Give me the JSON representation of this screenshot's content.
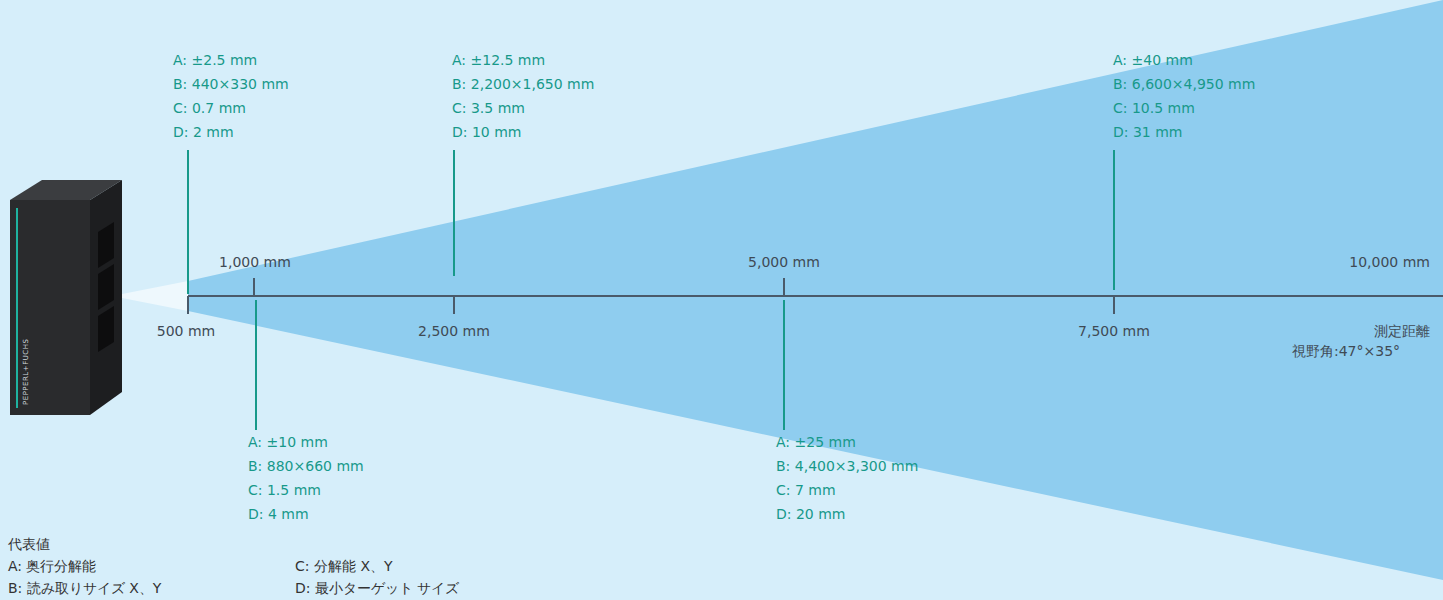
{
  "diagram": {
    "labels": [
      "A: ±2.5 mm",
      "B: 440×330 mm",
      "C: 0.7 mm",
      "D: 2 mm",
      "A: ±12.5 mm",
      "B: 2,200×1,650 mm",
      "C: 3.5 mm",
      "D: 10 mm",
      "A: ±40 mm",
      "B: 6,600×4,950 mm",
      "C: 10.5 mm",
      "D: 31 mm",
      "1,000 mm",
      "5,000 mm",
      "10,000 mm",
      "500 mm",
      "2,500 mm",
      "7,500 mm",
      "測定距離",
      "A: ±10 mm",
      "B: 880×660 mm",
      "C: 1.5 mm",
      "D: 4 mm",
      "A: ±25 mm",
      "B: 4,400×3,300 mm",
      "C: 7 mm",
      "D: 20 mm",
      "視野角:47°×35°",
      "代表値",
      "A: 奥行分解能",
      "B: 読み取りサイズ X、Y",
      "C: 分解能 X、Y",
      "D: 最小ターゲット サイズ",
      "PEPPERL+FUCHS"
    ]
  }
}
